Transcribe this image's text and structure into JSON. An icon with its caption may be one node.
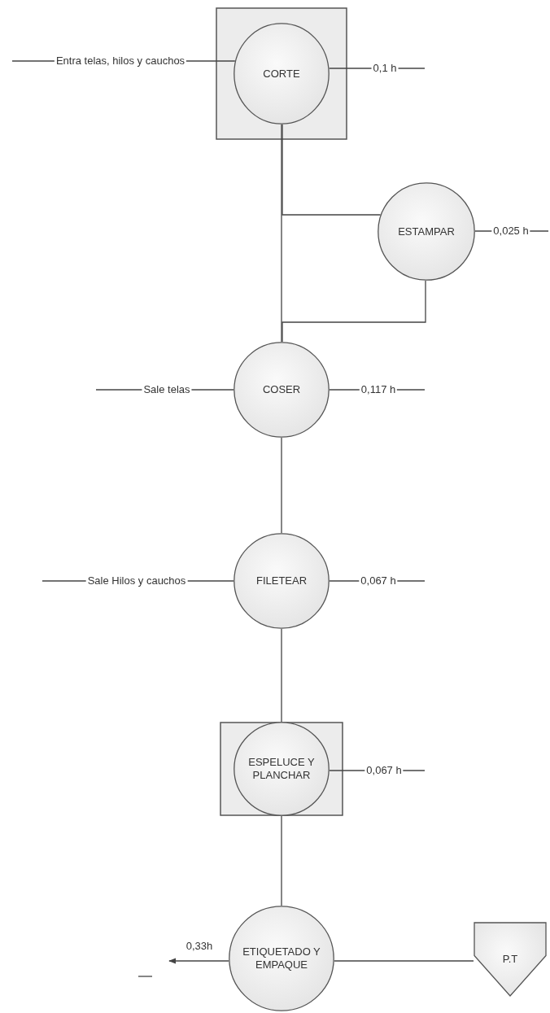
{
  "diagram": {
    "nodes": [
      {
        "text": [],
        "shape": "box"
      },
      {
        "text": [
          "CORTE"
        ],
        "in": 0
      },
      {
        "text": [
          "ESTAMPAR"
        ]
      },
      {
        "text": [
          "COSER"
        ]
      },
      {
        "text": [
          "FILETEAR"
        ]
      },
      {
        "text": [],
        "shape": "box"
      },
      {
        "text": [
          "ESPELUCE Y PLANCHAR"
        ],
        "in": 5
      },
      {
        "text": [
          "ETIQUETADO Y EMPAQUE"
        ]
      },
      {
        "text": [
          "P.T"
        ]
      }
    ],
    "edges": [
      {
        "from": null,
        "to": 1,
        "arrow": "none",
        "label": "Entra telas, hilos y cauchos"
      },
      {
        "from": 1,
        "to": null,
        "arrow": "none",
        "label": "0,1 h"
      },
      {
        "from": 1,
        "to": 3,
        "arrow": "none"
      },
      {
        "from": 1,
        "to": 2,
        "arrow": "none"
      },
      {
        "from": 2,
        "to": 3,
        "arrow": "none"
      },
      {
        "from": 2,
        "to": null,
        "arrow": "none",
        "label": "0,025 h"
      },
      {
        "from": 3,
        "to": null,
        "arrow": "none",
        "label": "Sale telas"
      },
      {
        "from": 3,
        "to": null,
        "arrow": "none",
        "label": "0,117 h"
      },
      {
        "from": 3,
        "to": 4,
        "arrow": "none"
      },
      {
        "from": 4,
        "to": null,
        "arrow": "none",
        "label": "Sale Hilos y cauchos"
      },
      {
        "from": 4,
        "to": null,
        "arrow": "none",
        "label": "0,067 h"
      },
      {
        "from": 4,
        "to": 6,
        "arrow": "none"
      },
      {
        "from": 6,
        "to": null,
        "arrow": "none",
        "label": "0,067 h"
      },
      {
        "from": 6,
        "to": 7,
        "arrow": "none"
      },
      {
        "from": 7,
        "to": null,
        "arrow": "to",
        "label": "0,33h"
      },
      {
        "from": 7,
        "to": 8,
        "arrow": "none"
      }
    ]
  }
}
